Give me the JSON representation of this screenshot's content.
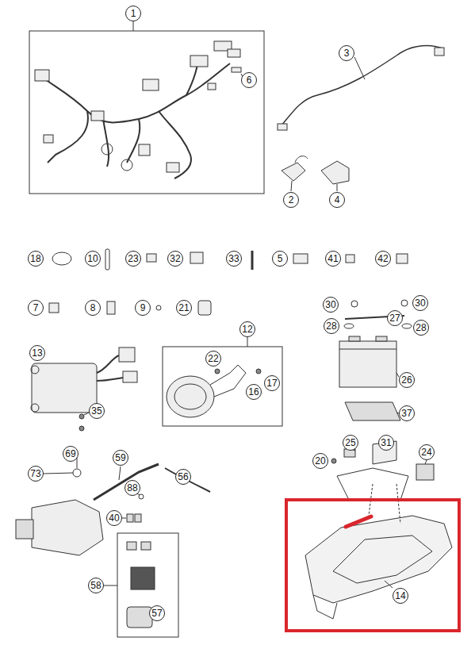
{
  "diagram": {
    "nodes": [
      {
        "text": [
          "1"
        ]
      },
      {
        "text": [
          "3"
        ]
      },
      {
        "text": [
          "6"
        ]
      },
      {
        "text": [
          "2"
        ]
      },
      {
        "text": [
          "4"
        ]
      },
      {
        "text": [
          "18"
        ]
      },
      {
        "text": [
          "10"
        ]
      },
      {
        "text": [
          "23"
        ]
      },
      {
        "text": [
          "32"
        ]
      },
      {
        "text": [
          "33"
        ]
      },
      {
        "text": [
          "5"
        ]
      },
      {
        "text": [
          "41"
        ]
      },
      {
        "text": [
          "42"
        ]
      },
      {
        "text": [
          "30"
        ]
      },
      {
        "text": [
          "30"
        ]
      },
      {
        "text": [
          "7"
        ]
      },
      {
        "text": [
          "8"
        ]
      },
      {
        "text": [
          "9"
        ]
      },
      {
        "text": [
          "21"
        ]
      },
      {
        "text": [
          "27"
        ]
      },
      {
        "text": [
          "28"
        ]
      },
      {
        "text": [
          "28"
        ]
      },
      {
        "text": [
          "12"
        ]
      },
      {
        "text": [
          "13"
        ]
      },
      {
        "text": [
          "22"
        ]
      },
      {
        "text": [
          "26"
        ]
      },
      {
        "text": [
          "17"
        ]
      },
      {
        "text": [
          "16"
        ]
      },
      {
        "text": [
          "35"
        ]
      },
      {
        "text": [
          "37"
        ]
      },
      {
        "text": [
          "25"
        ]
      },
      {
        "text": [
          "31"
        ]
      },
      {
        "text": [
          "69"
        ]
      },
      {
        "text": [
          "24"
        ]
      },
      {
        "text": [
          "59"
        ]
      },
      {
        "text": [
          "20"
        ]
      },
      {
        "text": [
          "73"
        ]
      },
      {
        "text": [
          "56"
        ]
      },
      {
        "text": [
          "88"
        ]
      },
      {
        "text": [
          "40"
        ]
      },
      {
        "text": [
          "58"
        ]
      },
      {
        "text": [
          "14"
        ]
      },
      {
        "text": [
          "57"
        ]
      }
    ]
  }
}
